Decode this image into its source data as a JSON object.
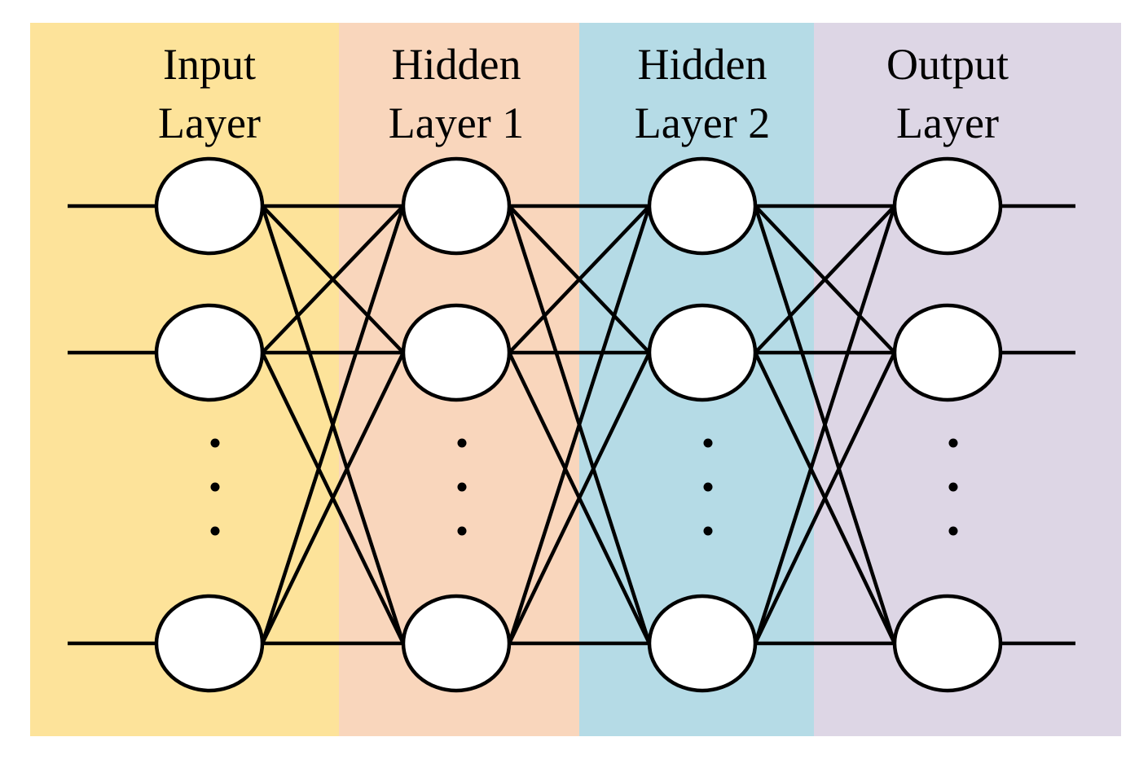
{
  "layers": [
    {
      "line1": "Input",
      "line2": "Layer",
      "color": "#fde39a"
    },
    {
      "line1": "Hidden",
      "line2": "Layer 1",
      "color": "#f9d6bc"
    },
    {
      "line1": "Hidden",
      "line2": "Layer 2",
      "color": "#b5dbe6"
    },
    {
      "line1": "Output",
      "line2": "Layer",
      "color": "#ddd6e5"
    }
  ],
  "neurons_drawn_per_layer": 3,
  "connectivity": "fully-connected",
  "ellipsis_between_neurons": "vertical dots",
  "line_color": "#000000",
  "neuron_fill": "#ffffff"
}
